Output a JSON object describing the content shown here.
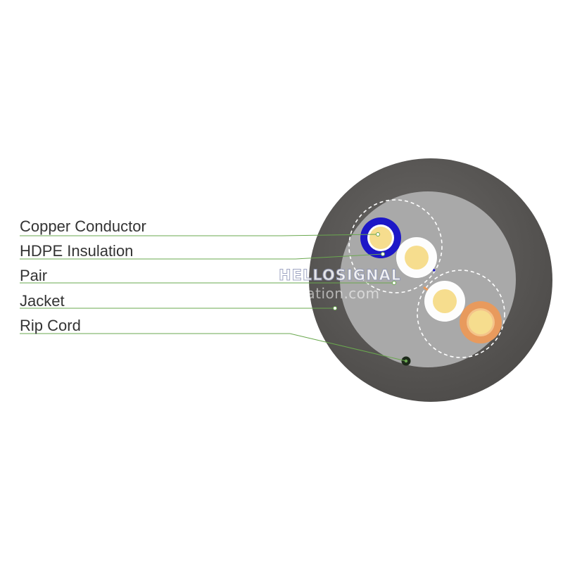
{
  "labels": {
    "copper_conductor": "Copper Conductor",
    "hdpe_insulation": "HDPE Insulation",
    "pair": "Pair",
    "jacket": "Jacket",
    "rip_cord": "Rip Cord"
  },
  "watermark": {
    "brand": "HELLOSIGNAL",
    "url": "www.zion-communication.com"
  },
  "colors": {
    "outer_jacket": "#5e5c5a",
    "inner_core": "#a9a9a9",
    "copper": "#f6dd8e",
    "blue_insulation": "#1d17c7",
    "orange_insulation": "#e89a5d",
    "white_insulation": "#fdfdfd",
    "leader_line": "#6aa84f",
    "rip_cord": "#1d2a1a"
  }
}
